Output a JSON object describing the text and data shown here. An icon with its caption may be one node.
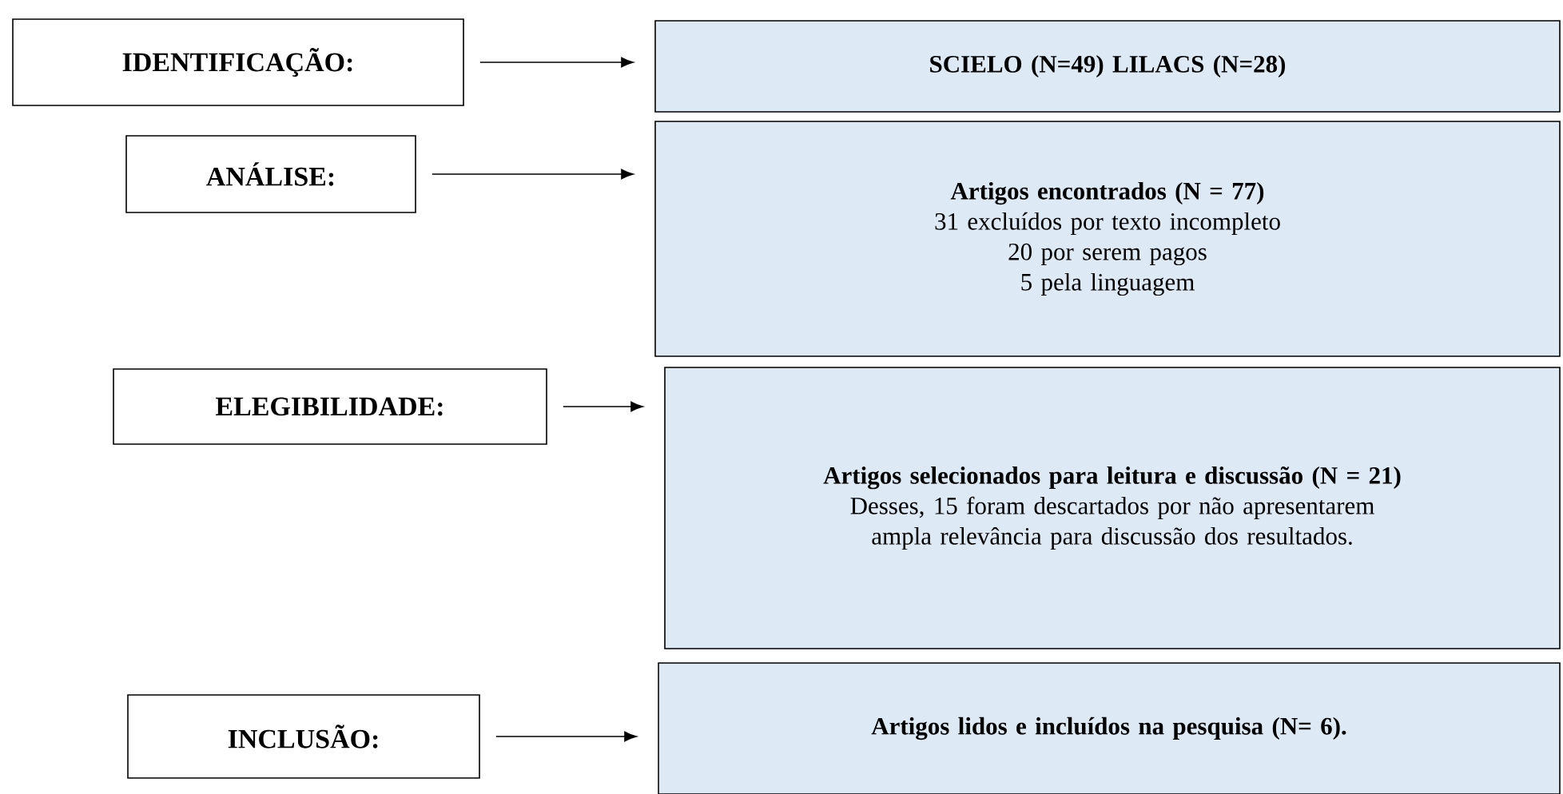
{
  "diagram": {
    "nodes": [
      {
        "text": [
          "IDENTIFICAÇÃO:"
        ]
      },
      {
        "text": [
          "SCIELO (N=49)  LILACS (N=28)"
        ]
      },
      {
        "text": [
          "ANÁLISE:"
        ]
      },
      {
        "text": [
          "Artigos encontrados (N = 77)",
          "31 excluídos por texto incompleto",
          "20 por serem pagos",
          "5 pela linguagem"
        ]
      },
      {
        "text": [
          "ELEGIBILIDADE:"
        ]
      },
      {
        "text": [
          "Artigos selecionados para leitura e discussão (N = 21)",
          "Desses, 15 foram descartados por não apresentarem ampla relevância para discussão dos resultados."
        ]
      },
      {
        "text": [
          "INCLUSÃO:"
        ]
      },
      {
        "text": [
          "Artigos lidos e incluídos na pesquisa (N= 6)."
        ]
      }
    ],
    "edges": [
      {
        "from": 0,
        "to": 1,
        "arrow": "to"
      },
      {
        "from": 2,
        "to": 3,
        "arrow": "to"
      },
      {
        "from": 4,
        "to": 5,
        "arrow": "to"
      },
      {
        "from": 6,
        "to": 7,
        "arrow": "to"
      }
    ]
  }
}
